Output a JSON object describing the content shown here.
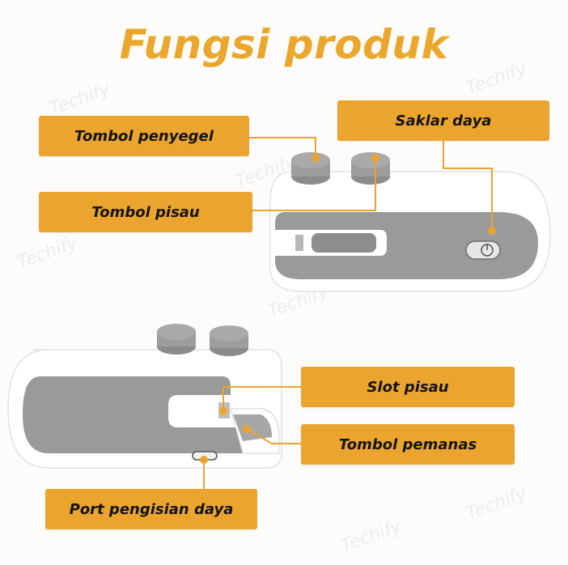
{
  "title": "Fungsi produk",
  "labels": {
    "sealer_button": "Tombol penyegel",
    "power_switch": "Saklar daya",
    "knife_button": "Tombol pisau",
    "knife_slot": "Slot pisau",
    "heater_button": "Tombol pemanas",
    "charging_port": "Port pengisian daya"
  },
  "watermark": "Techify",
  "colors": {
    "accent": "#eba52f",
    "device_body": "#ffffff",
    "device_panel": "#9a9a9a",
    "button": "#9d9d9d"
  }
}
